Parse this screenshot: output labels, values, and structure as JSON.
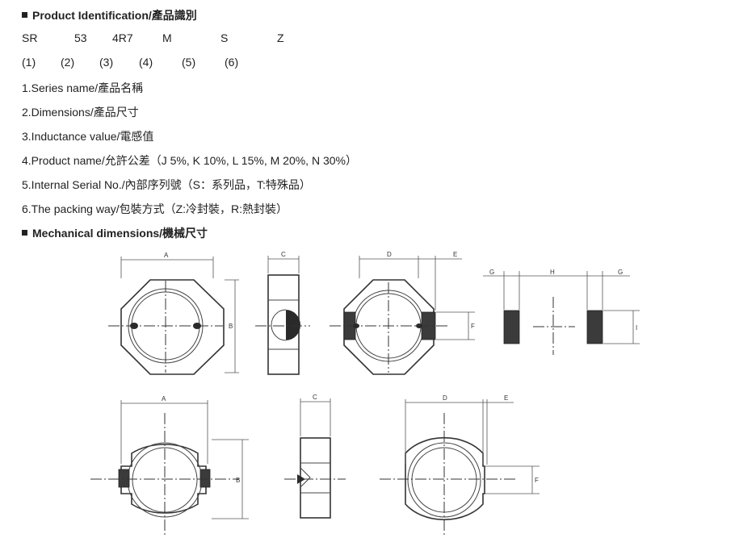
{
  "section1": {
    "title": "Product Identification/產品識別"
  },
  "code_parts": [
    "SR",
    "53",
    "4R7",
    "M",
    "S",
    "Z"
  ],
  "code_indexes": [
    "(1)",
    "(2)",
    "(3)",
    "(4)",
    "(5)",
    "(6)"
  ],
  "items": [
    "1.Series name/產品名稱",
    "2.Dimensions/產品尺寸",
    "3.Inductance value/電感值",
    "4.Product name/允許公差（J 5%, K 10%, L 15%, M 20%, N 30%）",
    "5.Internal Serial No./內部序列號（S：系列品，T:特殊品）",
    "6.The packing way/包裝方式（Z:冷封裝，R:熱封裝）"
  ],
  "section2": {
    "title": "Mechanical dimensions/機械尺寸"
  },
  "drawing_labels": {
    "a": "A",
    "b": "B",
    "c": "C",
    "d": "D",
    "e": "E",
    "f": "F",
    "g": "G",
    "h": "H",
    "i": "I"
  }
}
